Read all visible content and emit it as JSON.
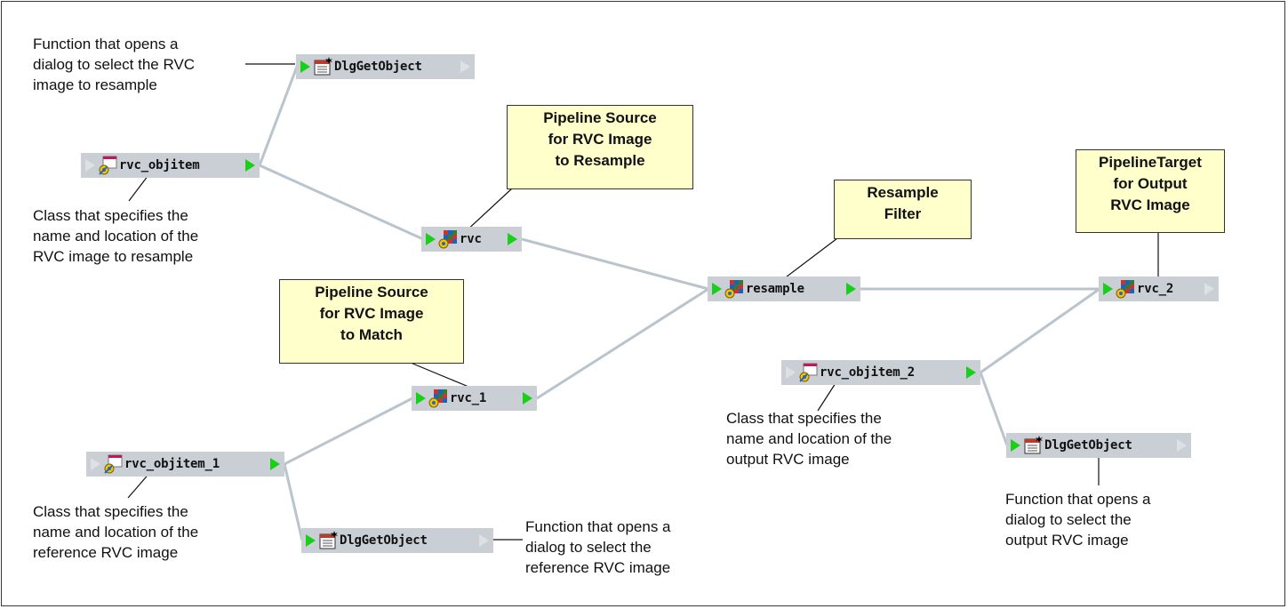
{
  "nodes": {
    "dlg_top": "DlgGetObject",
    "rvc_objitem": "rvc_objitem",
    "rvc": "rvc",
    "resample": "resample",
    "rvc_2": "rvc_2",
    "rvc_1": "rvc_1",
    "rvc_objitem_2": "rvc_objitem_2",
    "rvc_objitem_1": "rvc_objitem_1",
    "dlg_bottom": "DlgGetObject",
    "dlg_right": "DlgGetObject"
  },
  "callouts": {
    "source_resample": "Pipeline Source\nfor RVC Image\nto Resample",
    "resample_filter": "Resample\nFilter",
    "pipeline_target": "PipelineTarget\nfor Output\nRVC Image",
    "source_match": "Pipeline Source\nfor RVC Image\nto Match"
  },
  "notes": {
    "dlg_top": "Function that opens a\ndialog to select the RVC\nimage to resample",
    "objitem": "Class that specifies the\nname and location of the\nRVC image to resample",
    "objitem_2": "Class that specifies the\nname and location of the\noutput RVC image",
    "objitem_1": "Class that specifies the\nname and location of the\nreference RVC image",
    "dlg_bottom": "Function that opens a\ndialog to select the\nreference RVC image",
    "dlg_right": "Function that opens a\ndialog to select the\noutput RVC image"
  },
  "icons": {
    "dialog": "dialog-function-icon",
    "objitem": "object-item-icon",
    "raster": "raster-image-icon"
  },
  "colors": {
    "node_bg": "#c9cfd4",
    "port_active": "#18d018",
    "port_inactive": "#dde1e4",
    "wire": "#b9c4cc",
    "callout_bg": "#ffffcc"
  }
}
